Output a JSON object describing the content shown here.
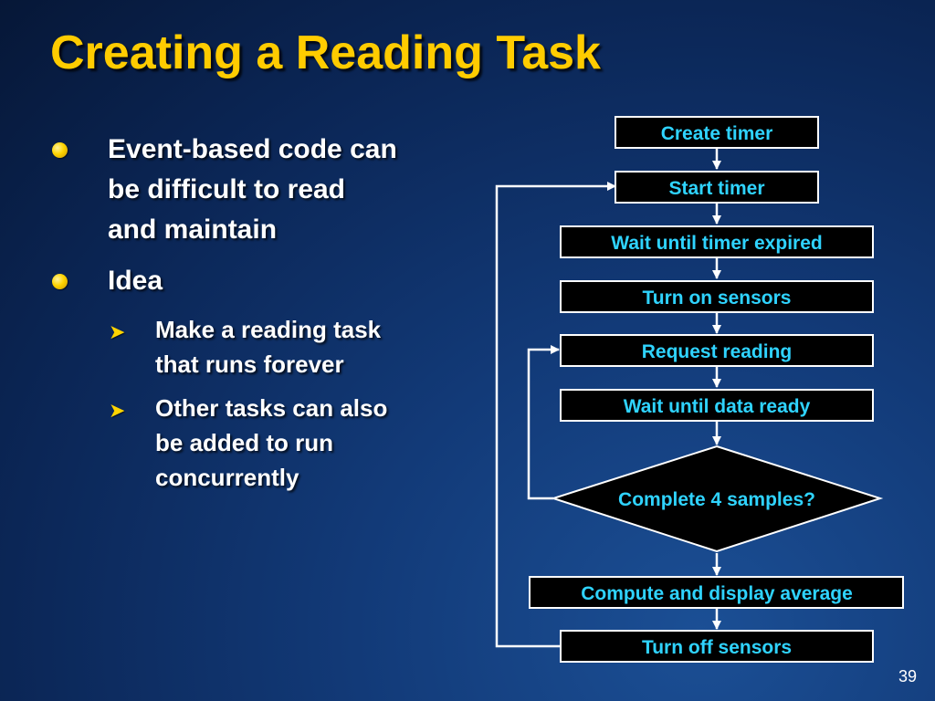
{
  "title": "Creating a Reading Task",
  "bullets": [
    {
      "text": "Event-based code can be difficult to read and maintain",
      "lines": [
        "Event-based code can",
        "be difficult to read",
        "and maintain"
      ]
    },
    {
      "text": "Idea",
      "lines": [
        "Idea"
      ]
    }
  ],
  "sub_bullets": [
    {
      "lines": [
        "Make a reading task",
        "that runs forever"
      ]
    },
    {
      "lines": [
        "Other tasks can also",
        "be added to run",
        "concurrently"
      ]
    }
  ],
  "flowchart": {
    "nodes": [
      {
        "id": "create-timer",
        "label": "Create timer",
        "shape": "box"
      },
      {
        "id": "start-timer",
        "label": "Start timer",
        "shape": "box"
      },
      {
        "id": "wait-timer",
        "label": "Wait until timer expired",
        "shape": "box"
      },
      {
        "id": "sensors-on",
        "label": "Turn on sensors",
        "shape": "box"
      },
      {
        "id": "request-reading",
        "label": "Request reading",
        "shape": "box"
      },
      {
        "id": "wait-data",
        "label": "Wait until data ready",
        "shape": "box"
      },
      {
        "id": "complete-check",
        "label": "Complete 4 samples?",
        "shape": "diamond"
      },
      {
        "id": "compute-average",
        "label": "Compute and display average",
        "shape": "box"
      },
      {
        "id": "sensors-off",
        "label": "Turn off sensors",
        "shape": "box"
      }
    ],
    "edges": [
      {
        "from": "create-timer",
        "to": "start-timer"
      },
      {
        "from": "start-timer",
        "to": "wait-timer"
      },
      {
        "from": "wait-timer",
        "to": "sensors-on"
      },
      {
        "from": "sensors-on",
        "to": "request-reading"
      },
      {
        "from": "request-reading",
        "to": "wait-data"
      },
      {
        "from": "wait-data",
        "to": "complete-check"
      },
      {
        "from": "complete-check",
        "to": "compute-average"
      },
      {
        "from": "compute-average",
        "to": "sensors-off"
      },
      {
        "from": "complete-check",
        "to": "request-reading",
        "kind": "loop"
      },
      {
        "from": "sensors-off",
        "to": "start-timer",
        "kind": "loop"
      }
    ]
  },
  "colors": {
    "title": "#ffcc00",
    "box_fill": "#000000",
    "box_border": "#ffffff",
    "node_text": "#2fd3ff",
    "connector": "#ffffff",
    "bullet_marker": "#ffd400"
  },
  "icons": {
    "bullet": "round-bullet-icon",
    "sub_bullet": "arrowhead-bullet-icon"
  },
  "slide_number": "39"
}
